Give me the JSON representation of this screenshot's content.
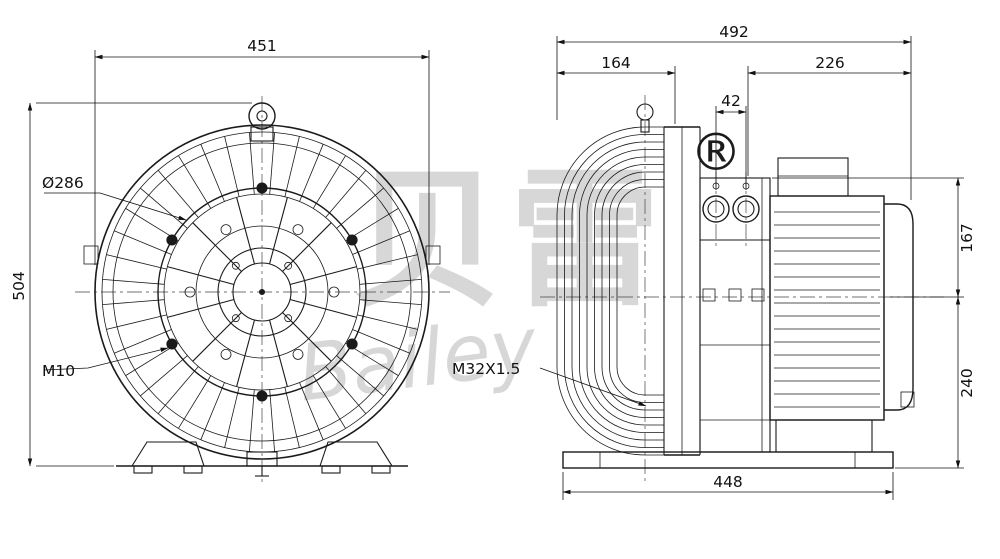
{
  "front_view": {
    "width_dim": "451",
    "height_dim": "504",
    "diameter_label": "Ø286",
    "thread_label": "M10"
  },
  "side_view": {
    "overall_length_dim": "492",
    "housing_length_dim": "164",
    "motor_length_dim": "226",
    "port_spacing_dim": "42",
    "upper_height_dim": "167",
    "lower_height_dim": "240",
    "base_length_dim": "448",
    "cable_gland_label": "M32X1.5"
  },
  "watermark": {
    "cjk_text": "贝雷",
    "script_text": "Bailey",
    "registered_symbol": "®"
  },
  "colors": {
    "line": "#1a1a1a",
    "dimension": "#111111",
    "watermark": "#d7d7d7",
    "background": "#ffffff"
  }
}
